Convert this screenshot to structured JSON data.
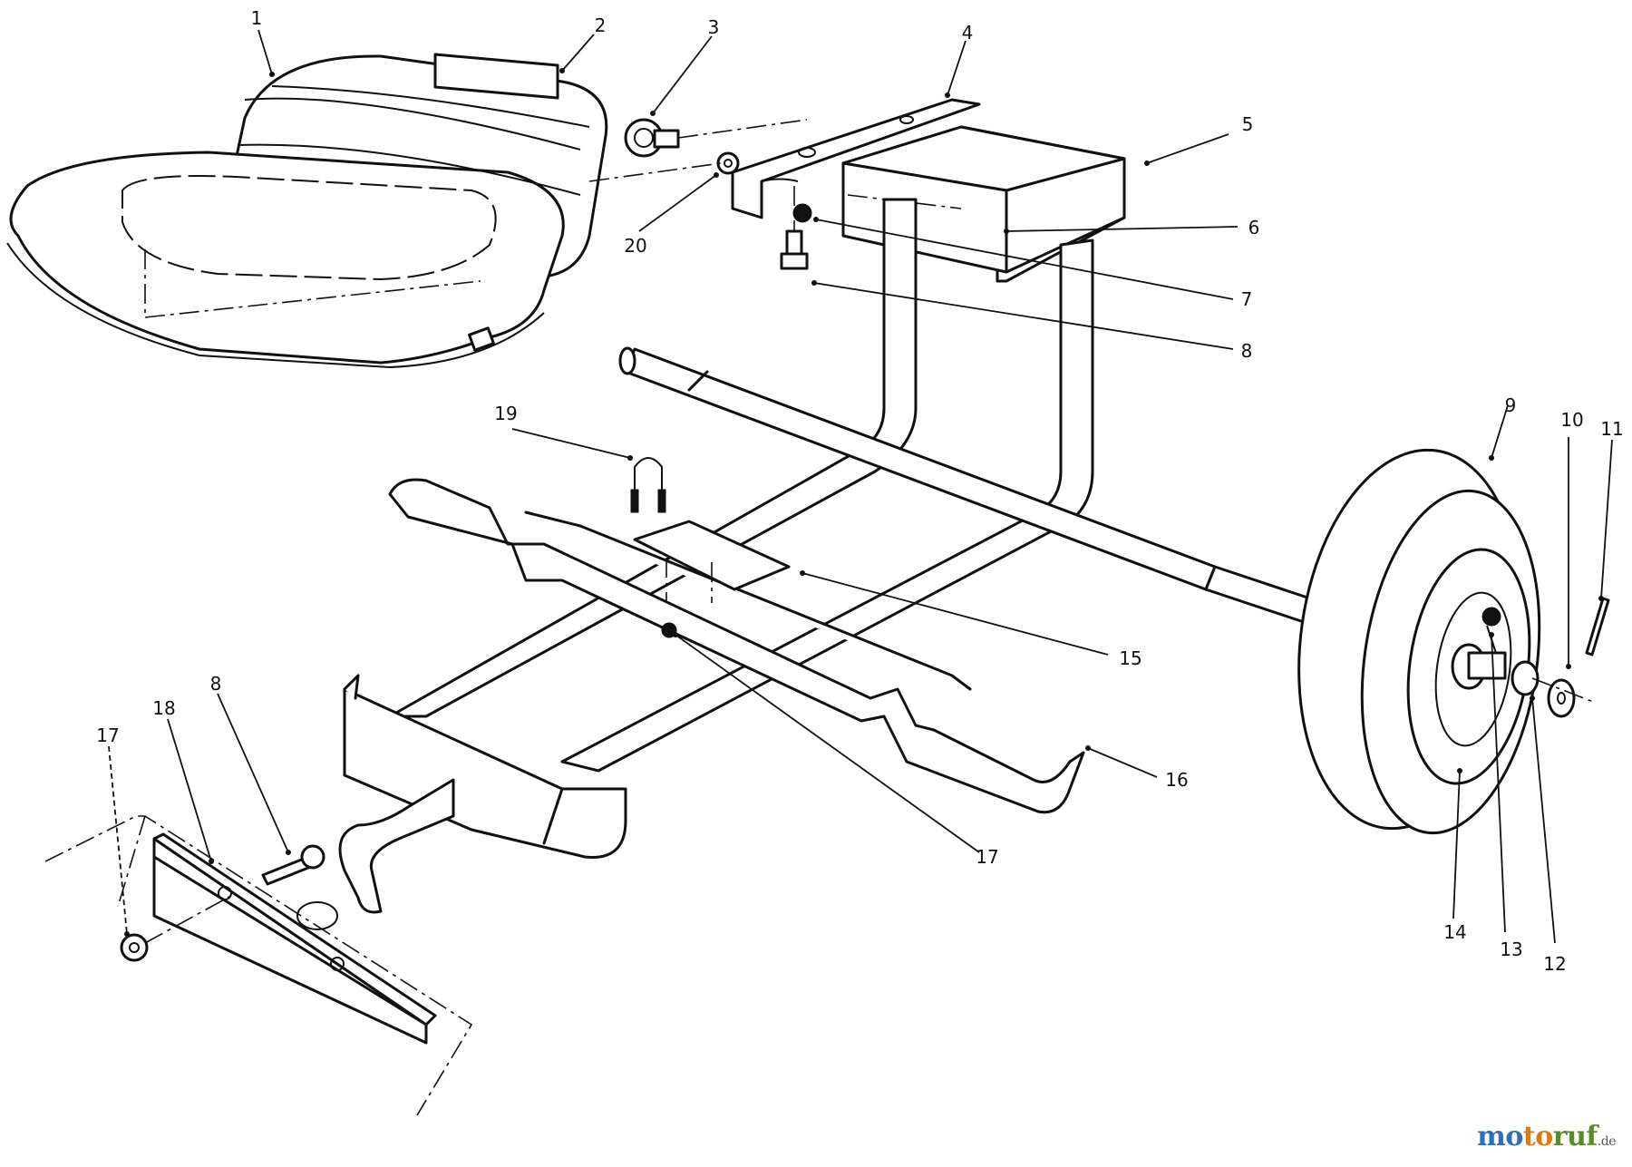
{
  "diagram": {
    "callouts": [
      "1",
      "2",
      "3",
      "4",
      "5",
      "6",
      "7",
      "8",
      "8",
      "9",
      "10",
      "11",
      "12",
      "13",
      "14",
      "15",
      "16",
      "17",
      "17",
      "18",
      "19",
      "20"
    ]
  },
  "watermark": {
    "part1": "mo",
    "part2": "to",
    "part3": "ruf",
    "tld": ".de",
    "colors": {
      "blue": "#2e6fb8",
      "orange": "#e07a10",
      "green": "#5a8b2a"
    }
  }
}
